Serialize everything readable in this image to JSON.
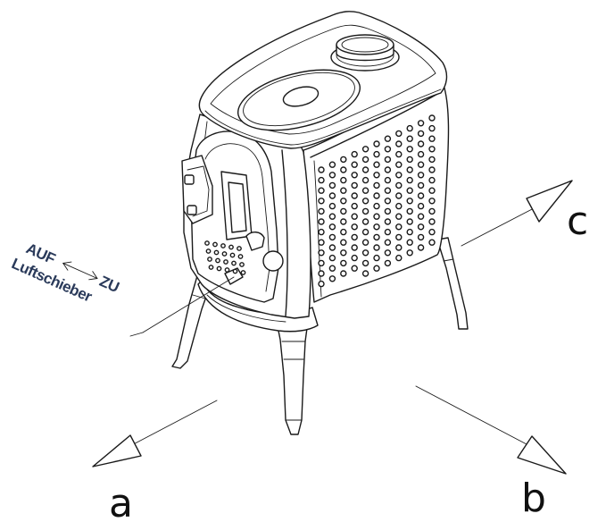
{
  "labels": {
    "axis_a": "a",
    "axis_b": "b",
    "axis_c": "c",
    "open": "AUF",
    "closed": "ZU",
    "air_slider": "Luftschieber"
  },
  "colors": {
    "line": "#1a1a1a",
    "label_text": "#2a3a5a",
    "background": "#ffffff"
  }
}
